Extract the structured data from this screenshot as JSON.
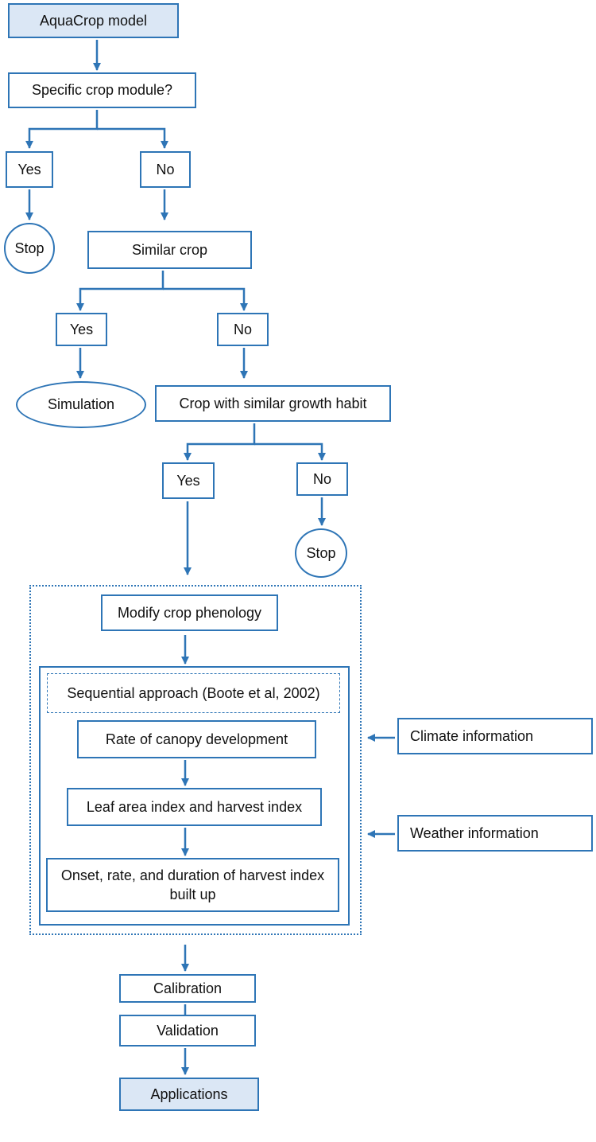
{
  "colors": {
    "stroke": "#2e75b6",
    "highlight_fill": "#dbe7f5",
    "text": "#111111"
  },
  "nodes": {
    "aquacrop_model": "AquaCrop model",
    "specific_crop_module": "Specific crop module?",
    "yes_1": "Yes",
    "no_1": "No",
    "stop_1": "Stop",
    "similar_crop": "Similar crop",
    "yes_2": "Yes",
    "no_2": "No",
    "simulation": "Simulation",
    "crop_similar_growth": "Crop with similar growth habit",
    "yes_3": "Yes",
    "no_3": "No",
    "stop_2": "Stop",
    "modify_phenology": "Modify crop phenology",
    "sequential_approach": "Sequential approach (Boote et al, 2002)",
    "rate_canopy": "Rate of canopy development",
    "lai_harvest": "Leaf area index and harvest index",
    "onset_rate_duration": "Onset, rate, and duration of harvest index built up",
    "climate_information": "Climate information",
    "weather_information": "Weather information",
    "calibration": "Calibration",
    "validation": "Validation",
    "applications": "Applications"
  }
}
